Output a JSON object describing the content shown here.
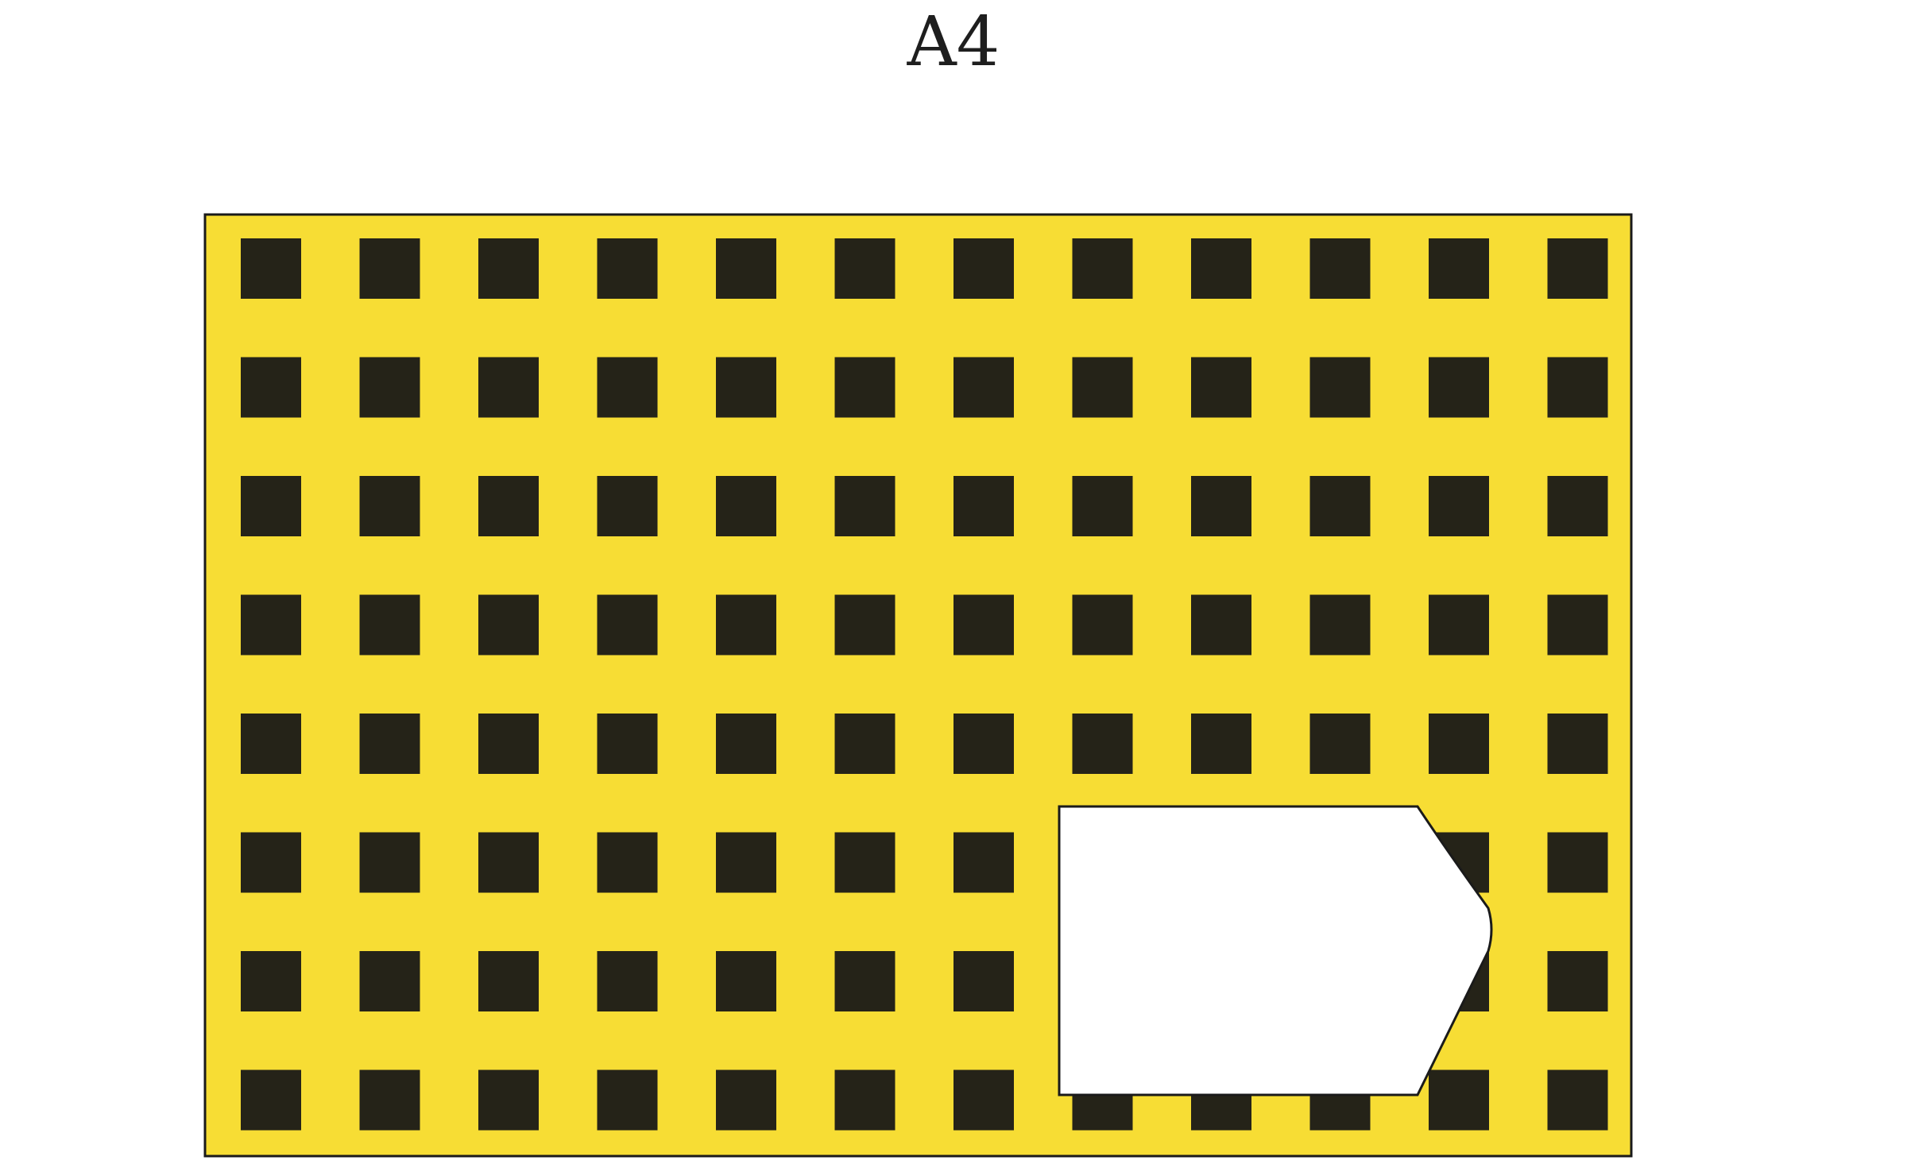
{
  "figure": {
    "label": "A4",
    "panel": {
      "fill_color": "#f7dd34",
      "square_color": "#252318",
      "border_color": "#1a1a1a",
      "cutout_color": "#ffffff",
      "grid": {
        "columns": 12,
        "rows": 8
      }
    }
  }
}
